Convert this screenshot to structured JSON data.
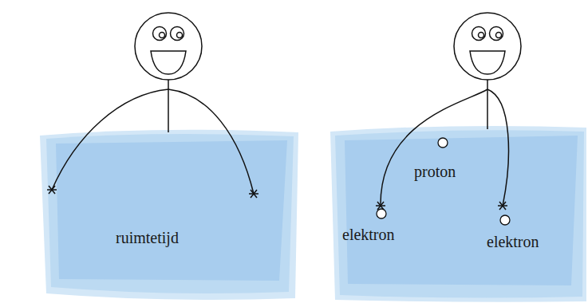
{
  "diagram": {
    "nodes": [
      {
        "text": [
          "ruimtetijd"
        ]
      },
      {
        "text": [
          "proton",
          "elektron",
          "elektron"
        ]
      }
    ]
  }
}
